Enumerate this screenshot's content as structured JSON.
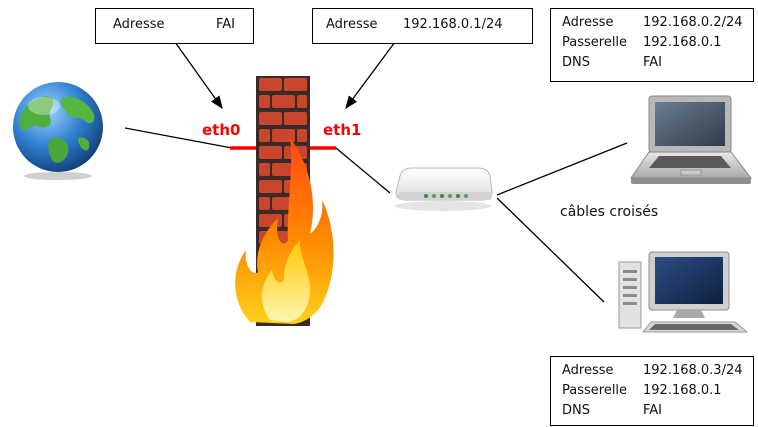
{
  "colors": {
    "eth": "#ff0000",
    "brick": "#c9452c",
    "mortar": "#3a2a2a"
  },
  "fai_box": {
    "label": "Adresse",
    "value": "FAI"
  },
  "eth1_box": {
    "label": "Adresse",
    "value": "192.168.0.1/24"
  },
  "laptop_box": {
    "rows": [
      {
        "label": "Adresse",
        "value": "192.168.0.2/24"
      },
      {
        "label": "Passerelle",
        "value": "192.168.0.1"
      },
      {
        "label": "DNS",
        "value": "FAI"
      }
    ]
  },
  "desktop_box": {
    "rows": [
      {
        "label": "Adresse",
        "value": "192.168.0.3/24"
      },
      {
        "label": "Passerelle",
        "value": "192.168.0.1"
      },
      {
        "label": "DNS",
        "value": "FAI"
      }
    ]
  },
  "interfaces": {
    "eth0": "eth0",
    "eth1": "eth1"
  },
  "cable_label": "câbles croisés",
  "icons": [
    "globe-icon",
    "firewall-icon",
    "switch-icon",
    "laptop-icon",
    "desktop-icon"
  ]
}
